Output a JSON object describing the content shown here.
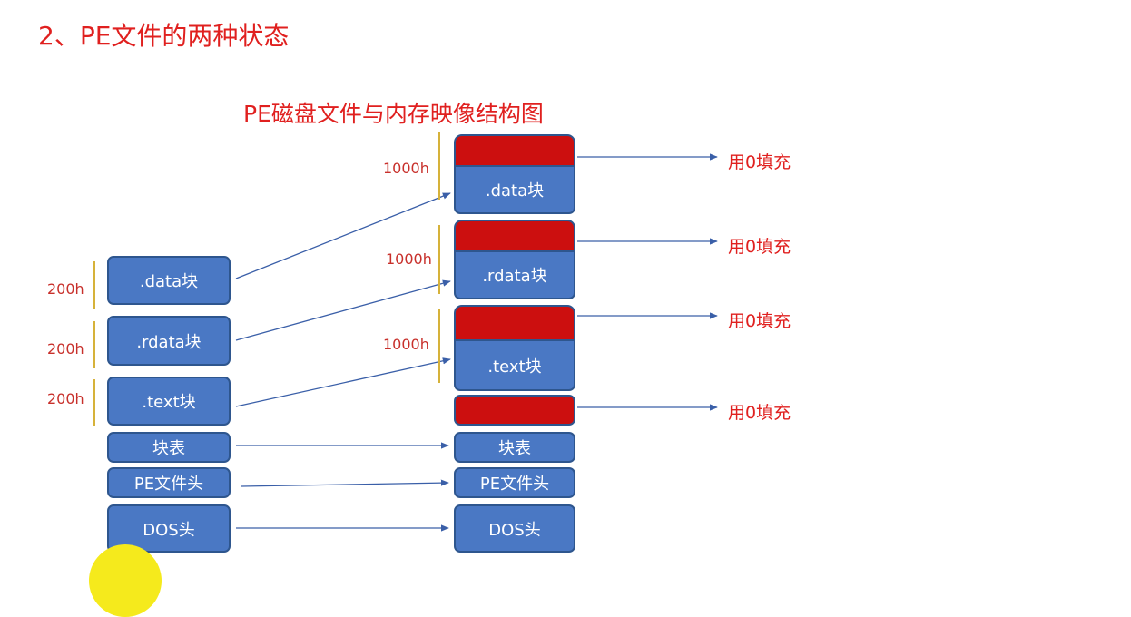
{
  "title": "2、PE文件的两种状态",
  "diagram_title": "PE磁盘文件与内存映像结构图",
  "disk": {
    "data_block": ".data块",
    "rdata_block": ".rdata块",
    "text_block": ".text块",
    "section_table": "块表",
    "pe_header": "PE文件头",
    "dos_header": "DOS头",
    "data_size": "200h",
    "rdata_size": "200h",
    "text_size": "200h"
  },
  "memory": {
    "data_block": ".data块",
    "rdata_block": ".rdata块",
    "text_block": ".text块",
    "section_table": "块表",
    "pe_header": "PE文件头",
    "dos_header": "DOS头",
    "data_size": "1000h",
    "rdata_size": "1000h",
    "text_size": "1000h"
  },
  "fill_labels": [
    "用0填充",
    "用0填充",
    "用0填充",
    "用0填充"
  ],
  "colors": {
    "title": "#e0201f",
    "block": "#4a78c4",
    "block_border": "#2e568e",
    "padding": "#cc0f0f",
    "size_label": "#c8302b",
    "brace": "#d6b23a",
    "arrow": "#3a5fa8"
  }
}
